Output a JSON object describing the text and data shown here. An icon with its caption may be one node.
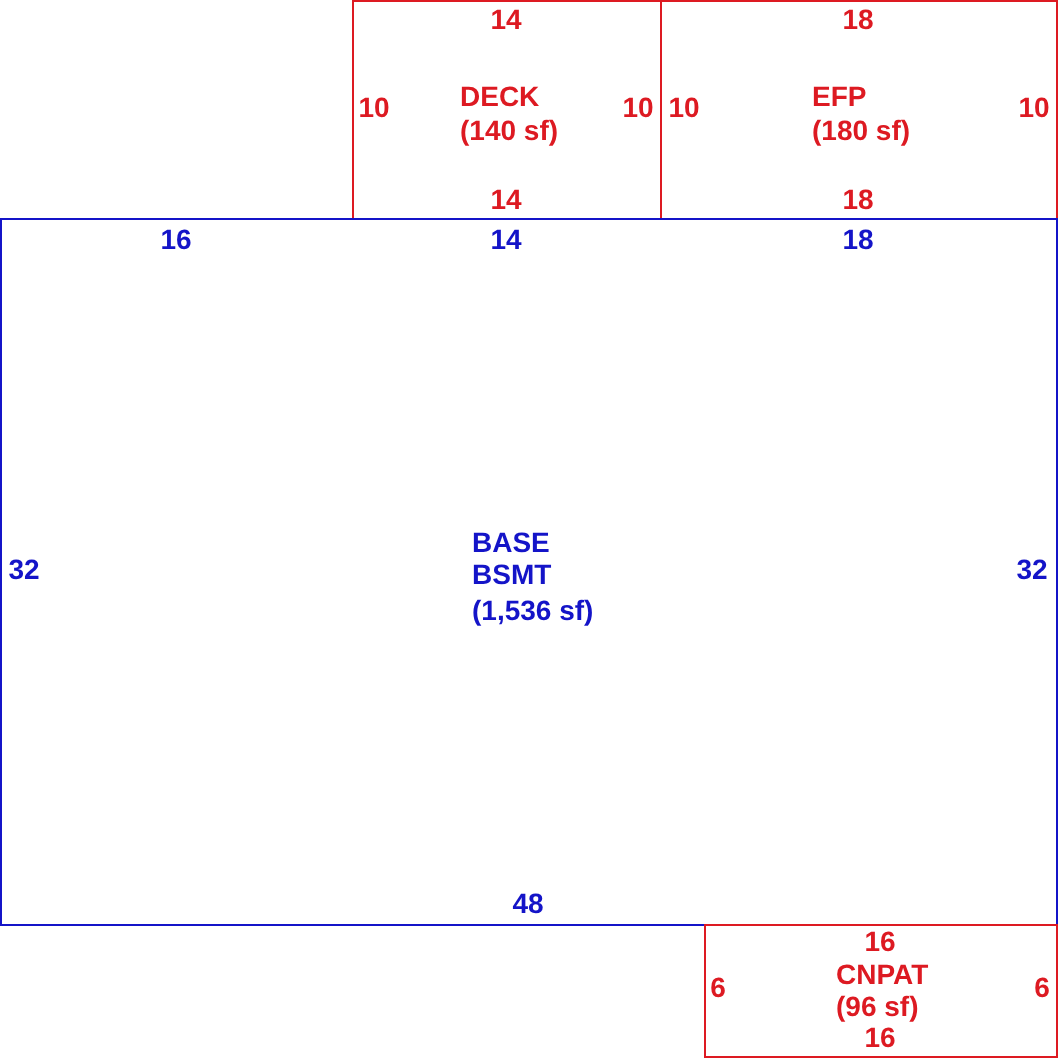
{
  "diagram": {
    "nodes": [
      {
        "text": [
          "14",
          "10",
          "DECK",
          "(140 sf)",
          "10",
          "14"
        ]
      },
      {
        "text": [
          "18",
          "10",
          "EFP",
          "(180 sf)",
          "10",
          "18"
        ]
      },
      {
        "text": [
          "16",
          "14",
          "18",
          "32",
          "BASE BSMT",
          "(1,536 sf)",
          "32",
          "48"
        ]
      },
      {
        "text": [
          "16",
          "6",
          "CNPAT",
          "(96 sf)",
          "6",
          "16"
        ]
      }
    ]
  }
}
